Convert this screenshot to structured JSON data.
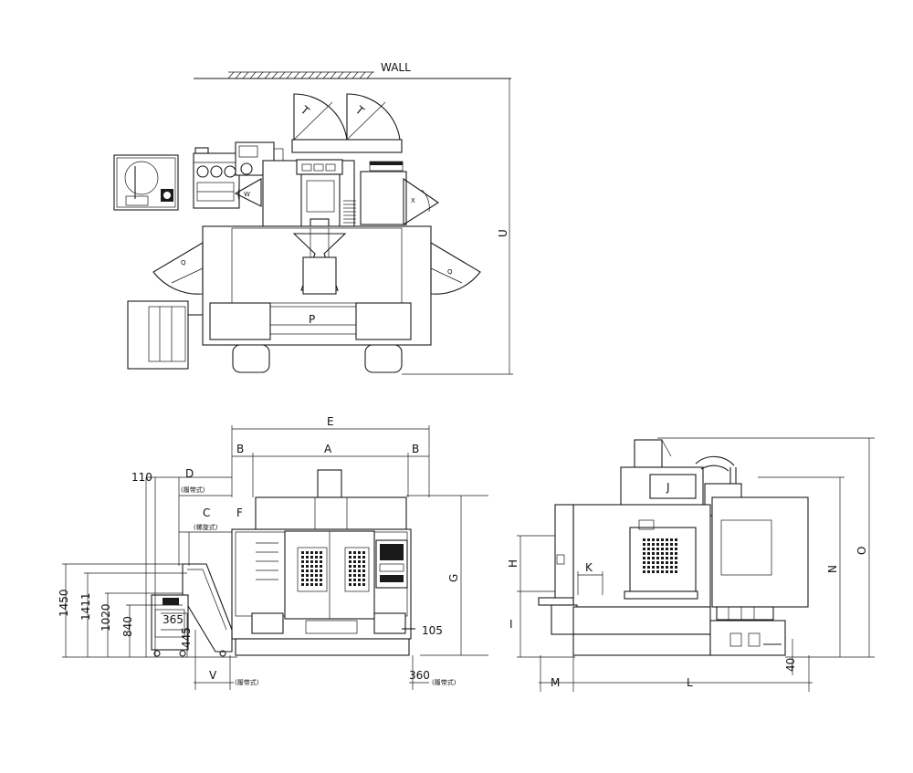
{
  "top_view": {
    "wall": "WALL",
    "door_swing_t": "T",
    "swing_w": "W",
    "swing_x": "X",
    "swing_q": "Q",
    "width_p": "P",
    "depth_u": "U"
  },
  "front_view": {
    "overall_e": "E",
    "table_a": "A",
    "side_b": "B",
    "offset_f": "F",
    "height_g": "G",
    "offset_d": "D",
    "offset_c": "C",
    "note_d": "(履带式)",
    "note_c": "(螺旋式)",
    "note_v": "(履带式)",
    "note_360": "(履带式)",
    "val_110": "110",
    "val_1450": "1450",
    "val_1411": "1411",
    "val_1020": "1020",
    "val_840": "840",
    "val_365": "365",
    "val_445": "445",
    "val_105": "105",
    "val_v": "V",
    "val_360": "360"
  },
  "side_view": {
    "spindle_j": "J",
    "offset_k": "K",
    "height_h": "H",
    "height_i": "I",
    "height_n": "N",
    "height_o": "O",
    "length_l": "L",
    "offset_m": "M",
    "val_40": "40"
  }
}
